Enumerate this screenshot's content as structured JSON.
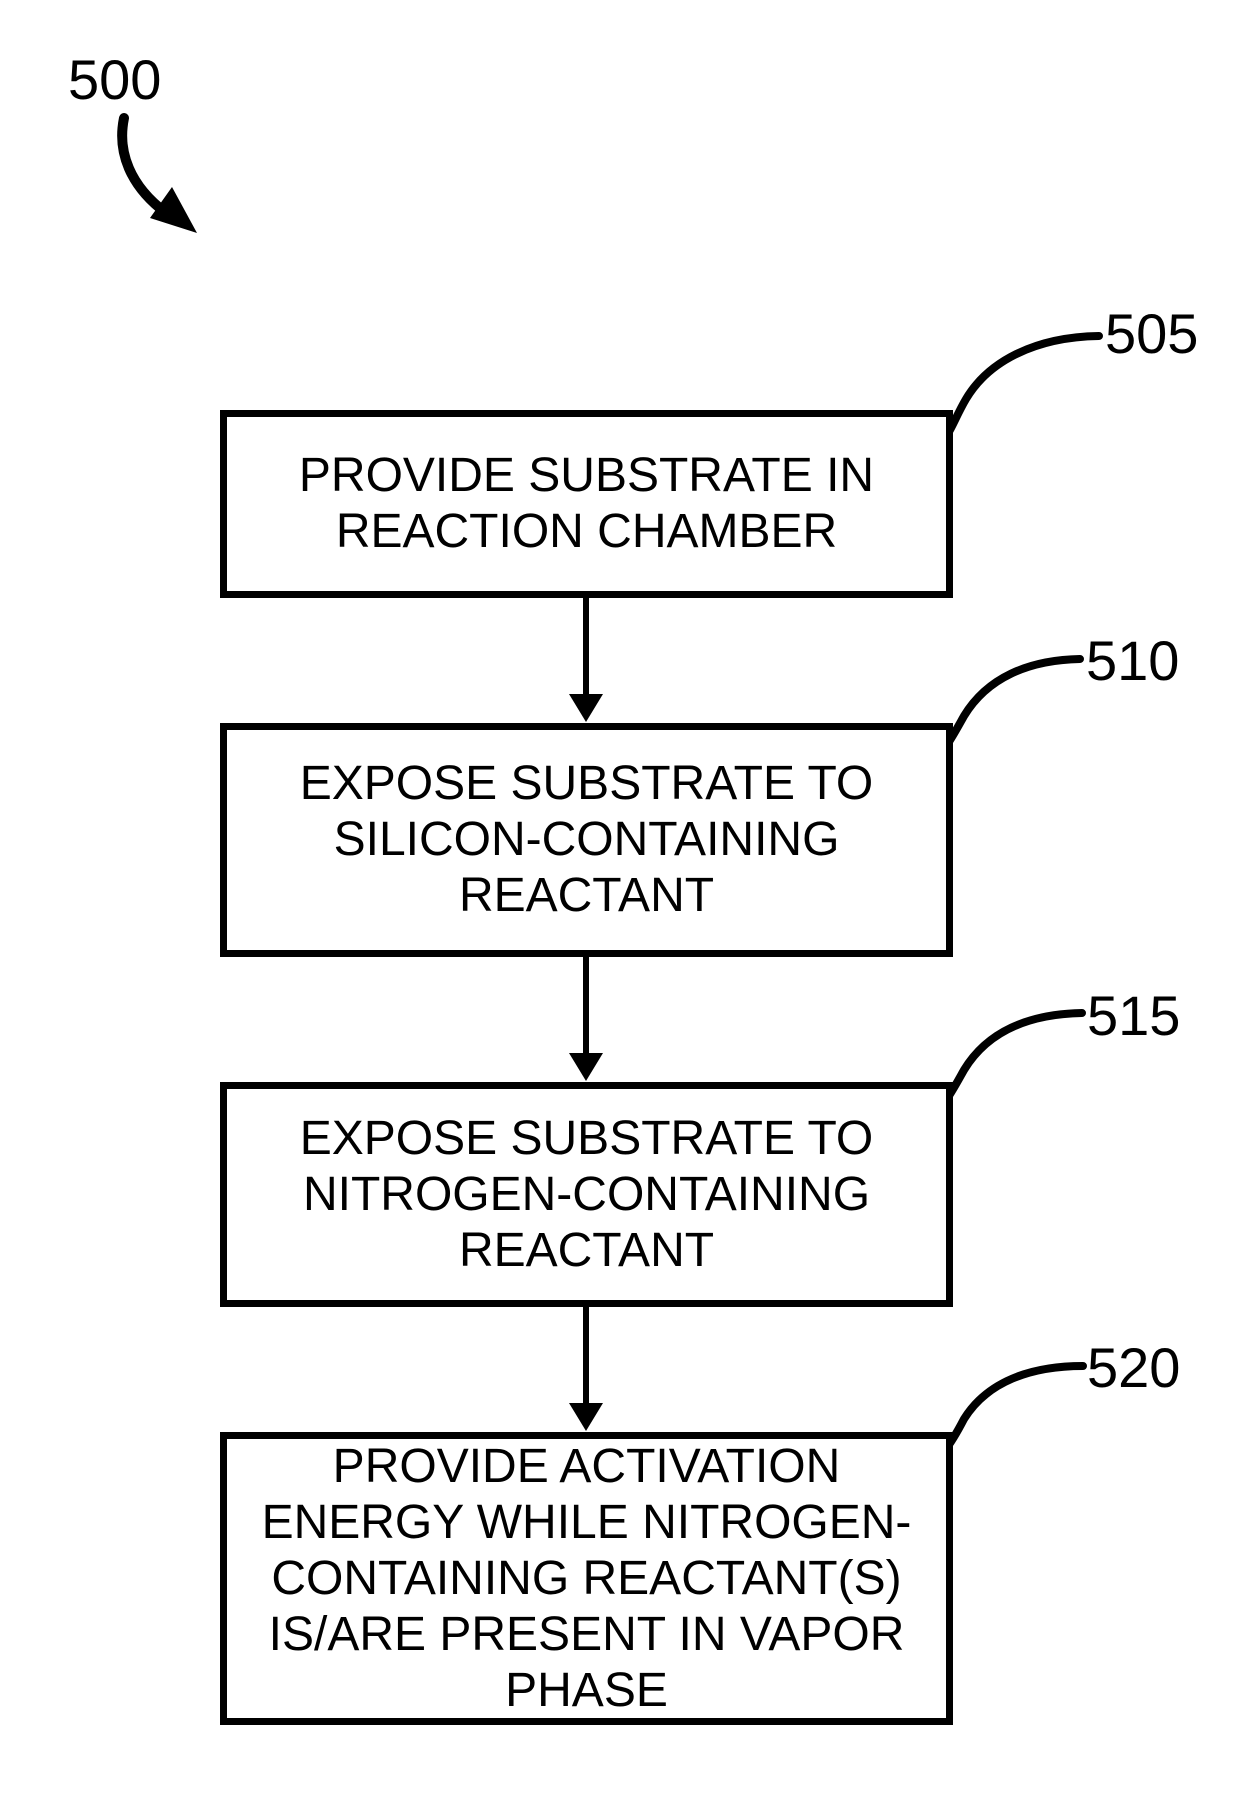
{
  "figure": {
    "reference_label": "500",
    "boxes": [
      {
        "label": "505",
        "lines": [
          "PROVIDE SUBSTRATE IN",
          "REACTION CHAMBER"
        ]
      },
      {
        "label": "510",
        "lines": [
          "EXPOSE SUBSTRATE TO",
          "SILICON-CONTAINING",
          "REACTANT"
        ]
      },
      {
        "label": "515",
        "lines": [
          "EXPOSE SUBSTRATE TO",
          "NITROGEN-CONTAINING",
          "REACTANT"
        ]
      },
      {
        "label": "520",
        "lines": [
          "PROVIDE ACTIVATION",
          "ENERGY WHILE NITROGEN-",
          "CONTAINING REACTANT(S)",
          "IS/ARE PRESENT IN VAPOR",
          "PHASE"
        ]
      }
    ],
    "colors": {
      "ink": "#000000",
      "background": "#ffffff"
    }
  }
}
